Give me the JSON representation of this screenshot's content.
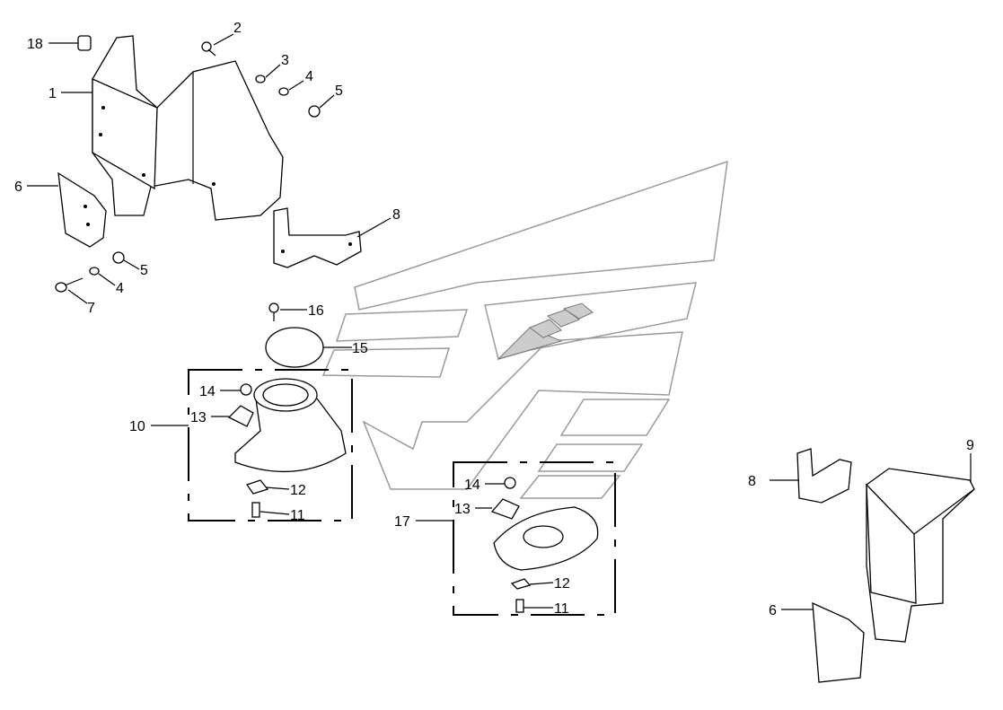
{
  "diagram": {
    "type": "exploded parts diagram",
    "callouts": [
      "18",
      "2",
      "3",
      "4",
      "5",
      "1",
      "6",
      "8",
      "5",
      "4",
      "7",
      "16",
      "15",
      "14",
      "13",
      "10",
      "12",
      "11",
      "14",
      "13",
      "17",
      "12",
      "11",
      "9",
      "8",
      "6"
    ]
  }
}
